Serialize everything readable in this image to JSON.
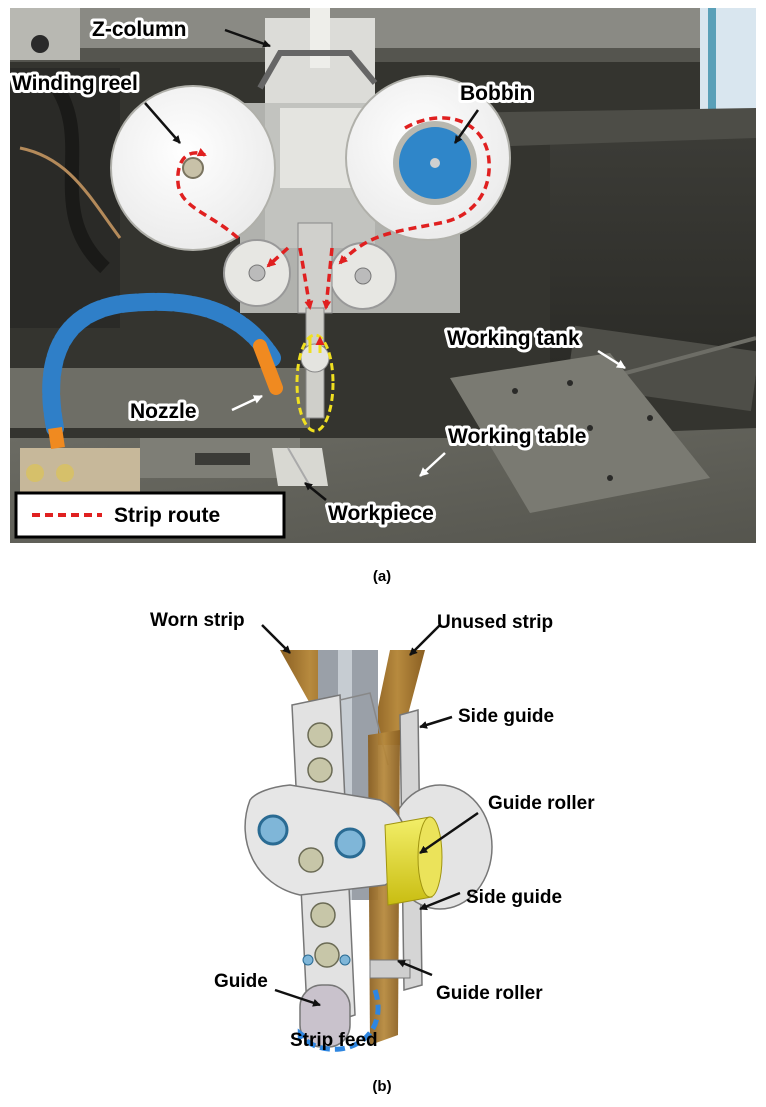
{
  "panel_a": {
    "caption": "(a)",
    "labels": {
      "z_column": "Z-column",
      "winding_reel": "Winding reel",
      "bobbin": "Bobbin",
      "working_tank": "Working tank",
      "nozzle": "Nozzle",
      "working_table": "Working table",
      "workpiece": "Workpiece"
    },
    "legend": {
      "strip_route": "Strip route"
    },
    "colors": {
      "strip_route": "#e02020",
      "nozzle_hose": "#2f7fc8",
      "nozzle_tip": "#f08a20",
      "bobbin": "#2f86c9"
    }
  },
  "panel_b": {
    "caption": "(b)",
    "labels": {
      "worn_strip": "Worn strip",
      "unused_strip": "Unused strip",
      "side_guide_top": "Side guide",
      "guide_roller_top": "Guide roller",
      "side_guide_bottom": "Side guide",
      "guide": "Guide",
      "guide_roller_bottom": "Guide roller",
      "strip_feed": "Strip feed"
    },
    "colors": {
      "strip": "#a8782e",
      "roller": "#e6dc18",
      "feed_arrow": "#2f86e0",
      "plate": "#dcdcdc"
    }
  }
}
